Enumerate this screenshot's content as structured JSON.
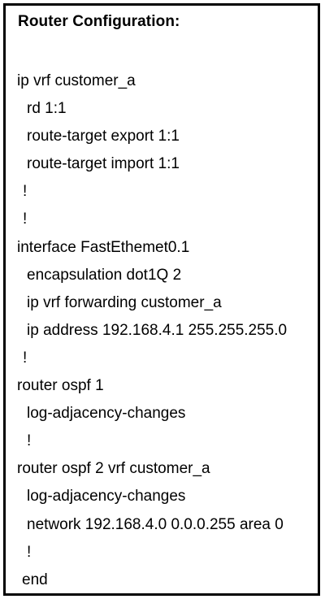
{
  "document": {
    "title": "Router Configuration:",
    "lines": [
      {
        "text": "ip vrf customer_a",
        "indent": "l0"
      },
      {
        "text": "rd 1:1",
        "indent": "l1"
      },
      {
        "text": "route-target export 1:1",
        "indent": "l1"
      },
      {
        "text": "route-target import 1:1",
        "indent": "l1"
      },
      {
        "text": "!",
        "indent": "lb"
      },
      {
        "text": "!",
        "indent": "lb"
      },
      {
        "text": "interface FastEthemet0.1",
        "indent": "l0"
      },
      {
        "text": "encapsulation dot1Q 2",
        "indent": "l1"
      },
      {
        "text": "ip vrf forwarding customer_a",
        "indent": "l1"
      },
      {
        "text": "ip address 192.168.4.1 255.255.255.0",
        "indent": "l1"
      },
      {
        "text": "!",
        "indent": "lb"
      },
      {
        "text": "router ospf 1",
        "indent": "l0"
      },
      {
        "text": "log-adjacency-changes",
        "indent": "l1"
      },
      {
        "text": "!",
        "indent": "lb2"
      },
      {
        "text": "router ospf 2 vrf customer_a",
        "indent": "l0"
      },
      {
        "text": "log-adjacency-changes",
        "indent": "l1"
      },
      {
        "text": "network 192.168.4.0 0.0.0.255 area 0",
        "indent": "l1"
      },
      {
        "text": "!",
        "indent": "lb2"
      },
      {
        "text": "end",
        "indent": "le"
      }
    ]
  }
}
